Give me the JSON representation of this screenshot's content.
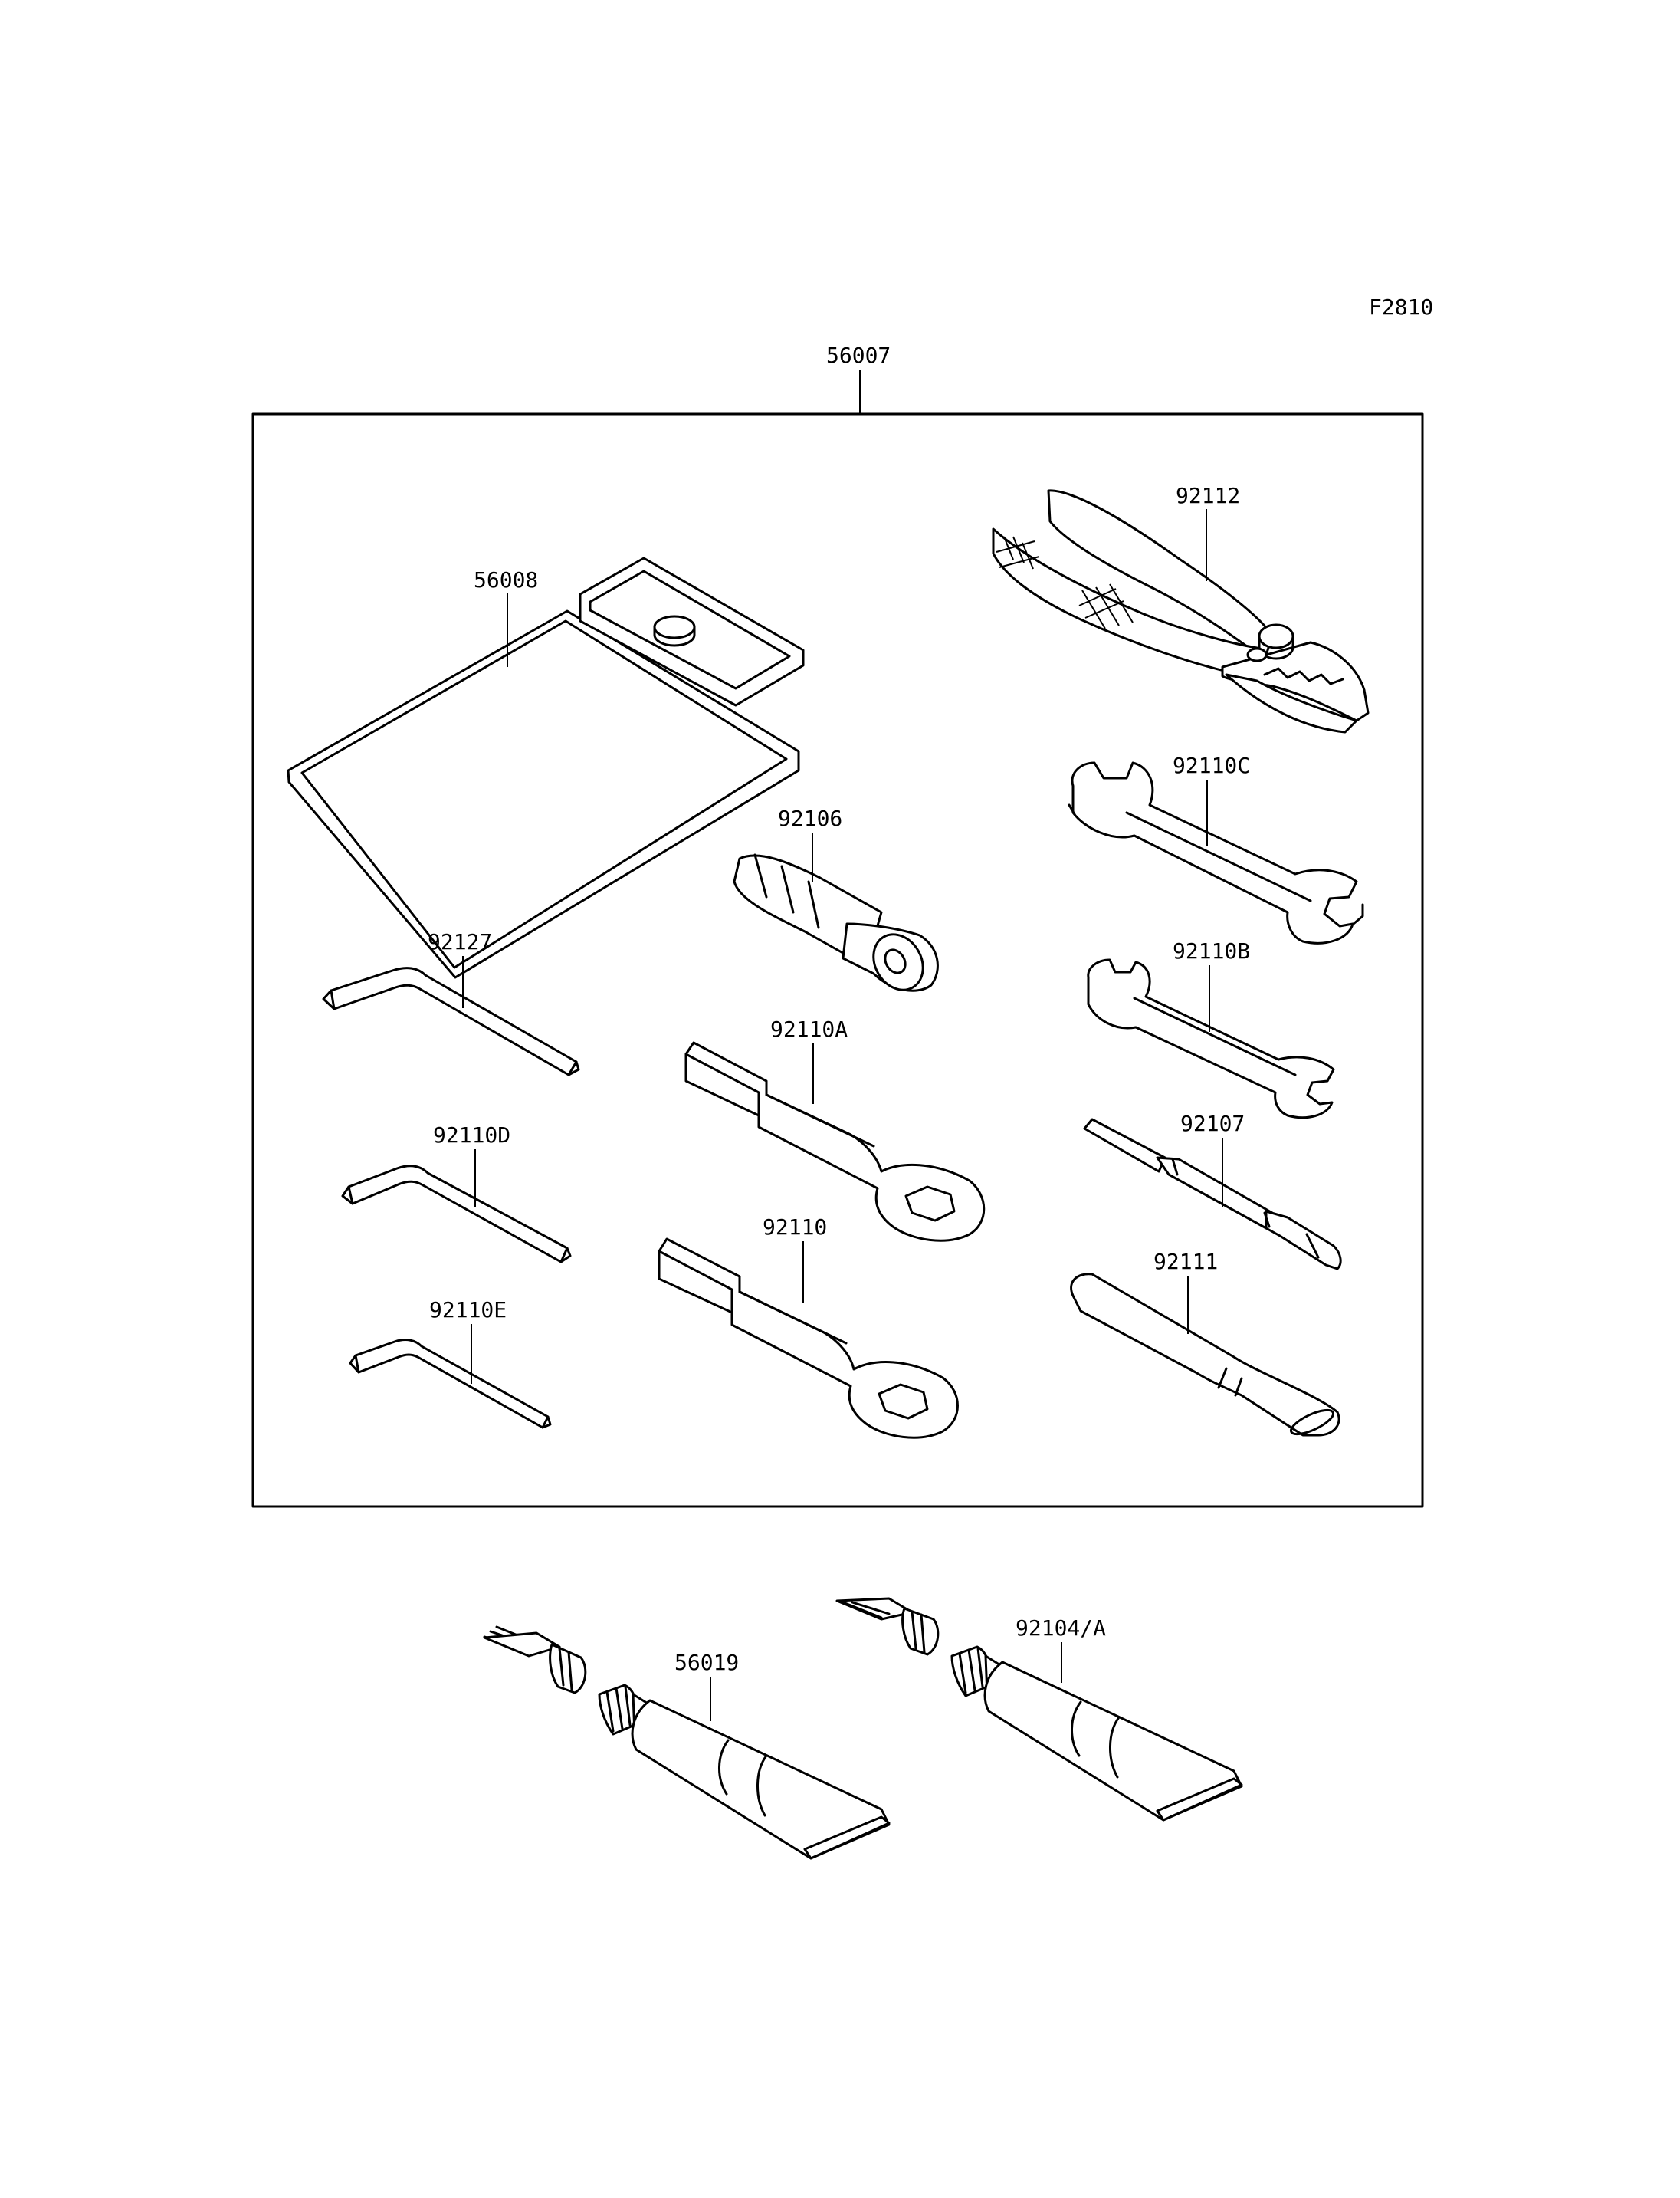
{
  "figure_code": "F2810",
  "kit_label": "56007",
  "parts": {
    "tool_bag": "56008",
    "pliers": "92112",
    "spark_plug_wrench": "92106",
    "open_wrench_c": "92110C",
    "hex_key_92127": "92127",
    "open_wrench_b": "92110B",
    "box_wrench_a": "92110A",
    "hex_key_d": "92110D",
    "screwdriver": "92107",
    "box_wrench": "92110",
    "handle": "92111",
    "hex_key_e": "92110E",
    "tube_56019": "56019",
    "tube_92104a": "92104/A"
  }
}
